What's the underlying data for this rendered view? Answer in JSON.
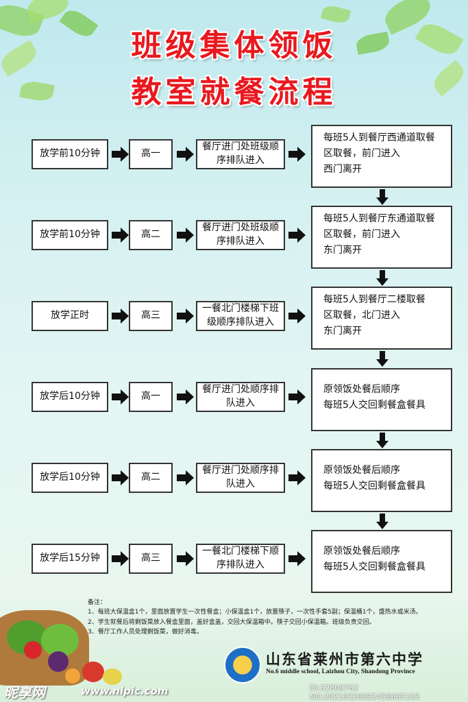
{
  "title": {
    "line1": "班级集体领饭",
    "line2": "教室就餐流程"
  },
  "rows": [
    {
      "time": "放学前10分钟",
      "grade": "高一",
      "entry": "餐厅进门处班级顺序排队进入",
      "detail": [
        "每班5人到餐厅西通道取餐",
        "区取餐，前门进入",
        "西门离开"
      ]
    },
    {
      "time": "放学前10分钟",
      "grade": "高二",
      "entry": "餐厅进门处班级顺序排队进入",
      "detail": [
        "每班5人到餐厅东通道取餐",
        "区取餐，前门进入",
        "东门离开"
      ]
    },
    {
      "time": "放学正时",
      "grade": "高三",
      "entry": "一餐北门楼梯下班级顺序排队进入",
      "detail": [
        "每班5人到餐厅二楼取餐",
        "区取餐，北门进入",
        "东门离开"
      ]
    },
    {
      "time": "放学后10分钟",
      "grade": "高一",
      "entry": "餐厅进门处顺序排队进入",
      "detail": [
        "原领饭处餐后顺序",
        "每班5人交回剩餐盒餐具"
      ]
    },
    {
      "time": "放学后10分钟",
      "grade": "高二",
      "entry": "餐厅进门处顺序排队进入",
      "detail": [
        "原领饭处餐后顺序",
        "每班5人交回剩餐盒餐具"
      ]
    },
    {
      "time": "放学后15分钟",
      "grade": "高三",
      "entry": "一餐北门楼梯下顺序排队进入",
      "detail": [
        "原领饭处餐后顺序",
        "每班5人交回剩餐盒餐具"
      ]
    }
  ],
  "notes": {
    "heading": "备注：",
    "lines": [
      "1、每班大保温盒1个，里面放置学生一次性餐盒；小保温盒1个，放置筷子，一次性手套5副；保温桶1个，盛热水或米汤。",
      "2、学生就餐后将剩饭菜放入餐盒里面，盖好盒盖，交回大保温箱中。筷子交回小保温箱。班级负责交回。",
      "3、餐厅工作人员处理剩饭菜，做好消毒。"
    ]
  },
  "school": {
    "name_cn": "山东省莱州市第六中学",
    "name_en": "No.6 middle school, Laizhou City, Shandong Province"
  },
  "watermark": {
    "brand": "昵享网",
    "url": "www.nipic.com",
    "id": "ID:32809762 NO:20210326092458665103"
  },
  "colors": {
    "title": "#e8191f",
    "arrow": "#111111",
    "box_border": "#333333"
  }
}
